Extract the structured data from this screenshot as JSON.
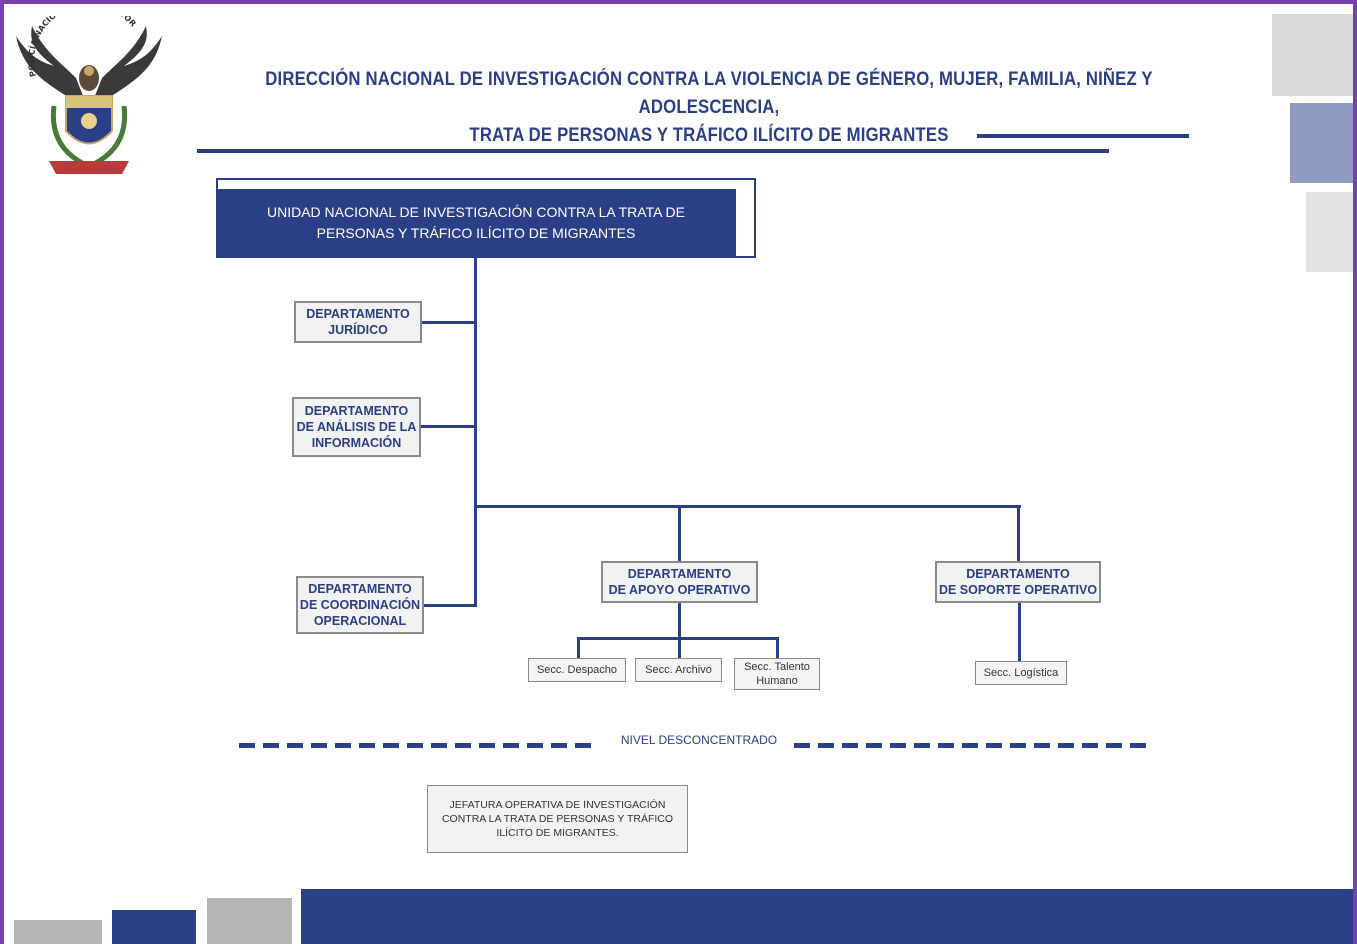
{
  "header": {
    "emblem_text": "POLICÍA NACIONAL DEL ECUADOR",
    "title_line1": "DIRECCIÓN NACIONAL DE INVESTIGACIÓN CONTRA LA VIOLENCIA DE GÉNERO, MUJER,  FAMILIA,  NIÑEZ  Y ADOLESCENCIA,",
    "title_line2": "TRATA DE PERSONAS Y TRÁFICO ILÍCITO DE MIGRANTES"
  },
  "org": {
    "unit": "UNIDAD NACIONAL DE INVESTIGACIÓN CONTRA LA TRATA DE\nPERSONAS Y TRÁFICO ILÍCITO DE MIGRANTES",
    "dept_juridico": "DEPARTAMENTO\nJURÍDICO",
    "dept_analisis": "DEPARTAMENTO\nDE ANÁLISIS DE LA\nINFORMACIÓN",
    "dept_coordinacion": "DEPARTAMENTO\nDE COORDINACIÓN\nOPERACIONAL",
    "dept_apoyo": "DEPARTAMENTO\nDE APOYO OPERATIVO",
    "dept_soporte": "DEPARTAMENTO\nDE SOPORTE OPERATIVO",
    "sec_despacho": "Secc. Despacho",
    "sec_archivo": "Secc. Archivo",
    "sec_talento": "Secc. Talento\nHumano",
    "sec_logistica": "Secc. Logística"
  },
  "nivel_label": "NIVEL DESCONCENTRADO",
  "jefatura": "JEFATURA OPERATIVA DE INVESTIGACIÓN\nCONTRA LA TRATA DE PERSONAS Y TRÁFICO\nILÍCITO DE MIGRANTES.",
  "colors": {
    "navy": "#2a3f86",
    "frame_purple": "#7a3fb0",
    "gray_box": "#f2f2f2",
    "deco_gray": "#b5b5b5",
    "deco_blue": "#8f9bc0"
  }
}
